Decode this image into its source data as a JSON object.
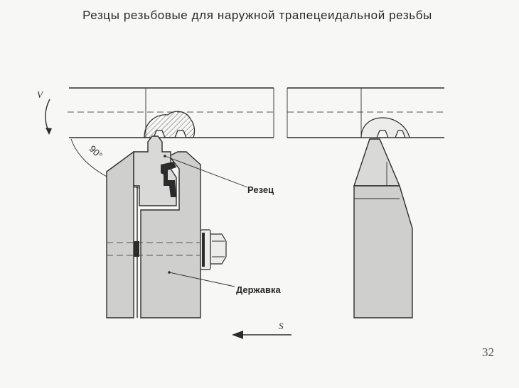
{
  "title": "Резцы резьбовые для наружной трапецеидальной резьбы",
  "labels": {
    "cutter": "Резец",
    "holder": "Державка",
    "angle": "90°",
    "rotation_symbol": "V",
    "feed_symbol": "S"
  },
  "page_number": "32"
}
